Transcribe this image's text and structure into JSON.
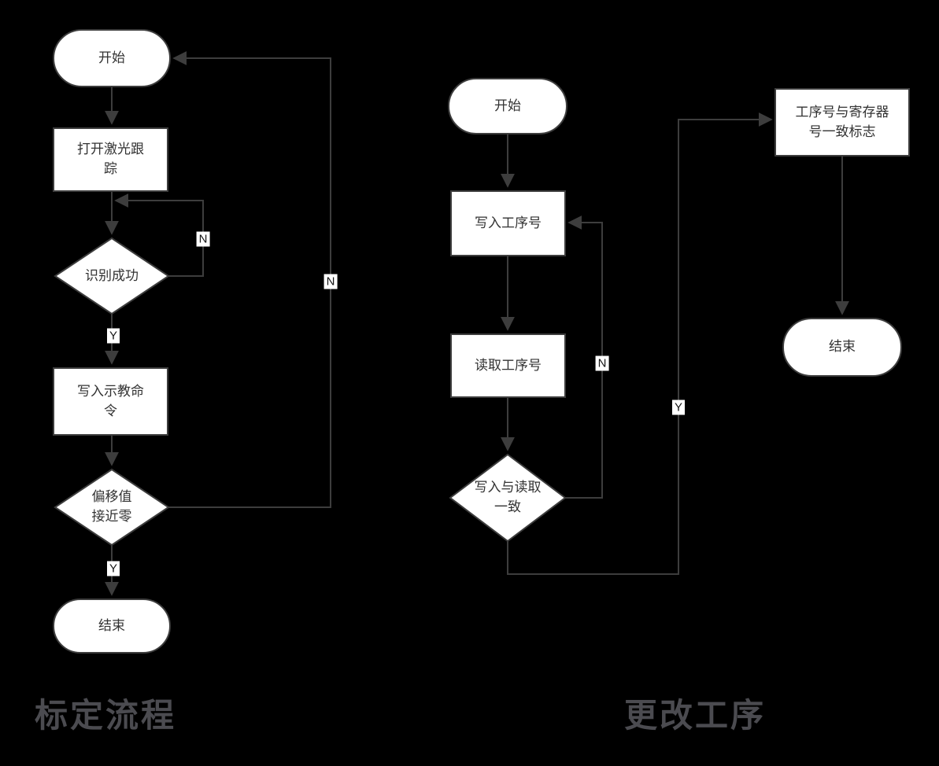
{
  "colors": {
    "background": "#000000",
    "shape_fill": "#ffffff",
    "stroke": "#3d3d3d",
    "node_text": "#333333",
    "title_text": "#4b4b50",
    "edge_label_bg": "#ffffff"
  },
  "diagram": {
    "left": {
      "title": "标定流程",
      "nodes": {
        "start": "开始",
        "open_laser": "打开激光跟\n踪",
        "recognize": "识别成功",
        "write_teach": "写入示教命\n令",
        "offset_zero": "偏移值\n接近零",
        "end": "结束"
      },
      "edge_labels": {
        "recognize_no": "N",
        "recognize_yes": "Y",
        "offset_no": "N",
        "offset_yes": "Y"
      }
    },
    "right": {
      "title": "更改工序",
      "nodes": {
        "start": "开始",
        "write_proc": "写入工序号",
        "read_proc": "读取工序号",
        "consistent": "写入与读取\n一致",
        "flag": "工序号与寄存器\n号一致标志",
        "end": "结束"
      },
      "edge_labels": {
        "consistent_no": "N",
        "consistent_yes": "Y"
      }
    }
  }
}
